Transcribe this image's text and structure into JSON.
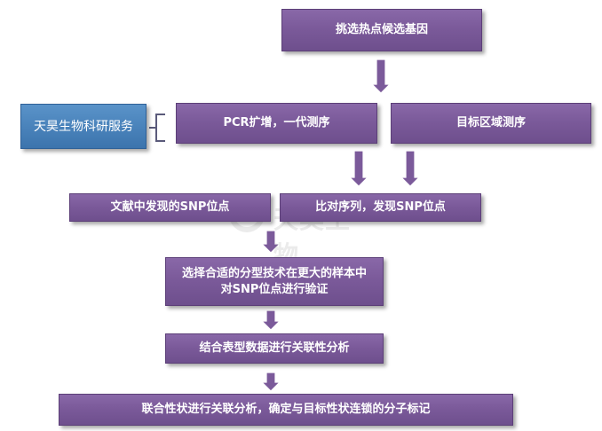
{
  "nodes": {
    "select_hotspot": "挑选热点候选基因",
    "provider": "天昊生物科研服务",
    "pcr": "PCR扩增，一代测序",
    "target_seq": "目标区域测序",
    "literature_snp": "文献中发现的SNP位点",
    "compare_seq": "比对序列，发现SNP位点",
    "genotyping_line1": "选择合适的分型技术在更大的样本中",
    "genotyping_line2": "对SNP位点进行验证",
    "phenotype": "结合表型数据进行关联性分析",
    "trait": "联合性状进行关联分析，确定与目标性状连锁的分子标记"
  },
  "watermark": "天昊生物",
  "colors": {
    "node_fill": "#7b5a9a",
    "provider_fill": "#4a83bb",
    "arrow_fill": "#7b5a9a",
    "bracket": "#5a5a7a"
  }
}
